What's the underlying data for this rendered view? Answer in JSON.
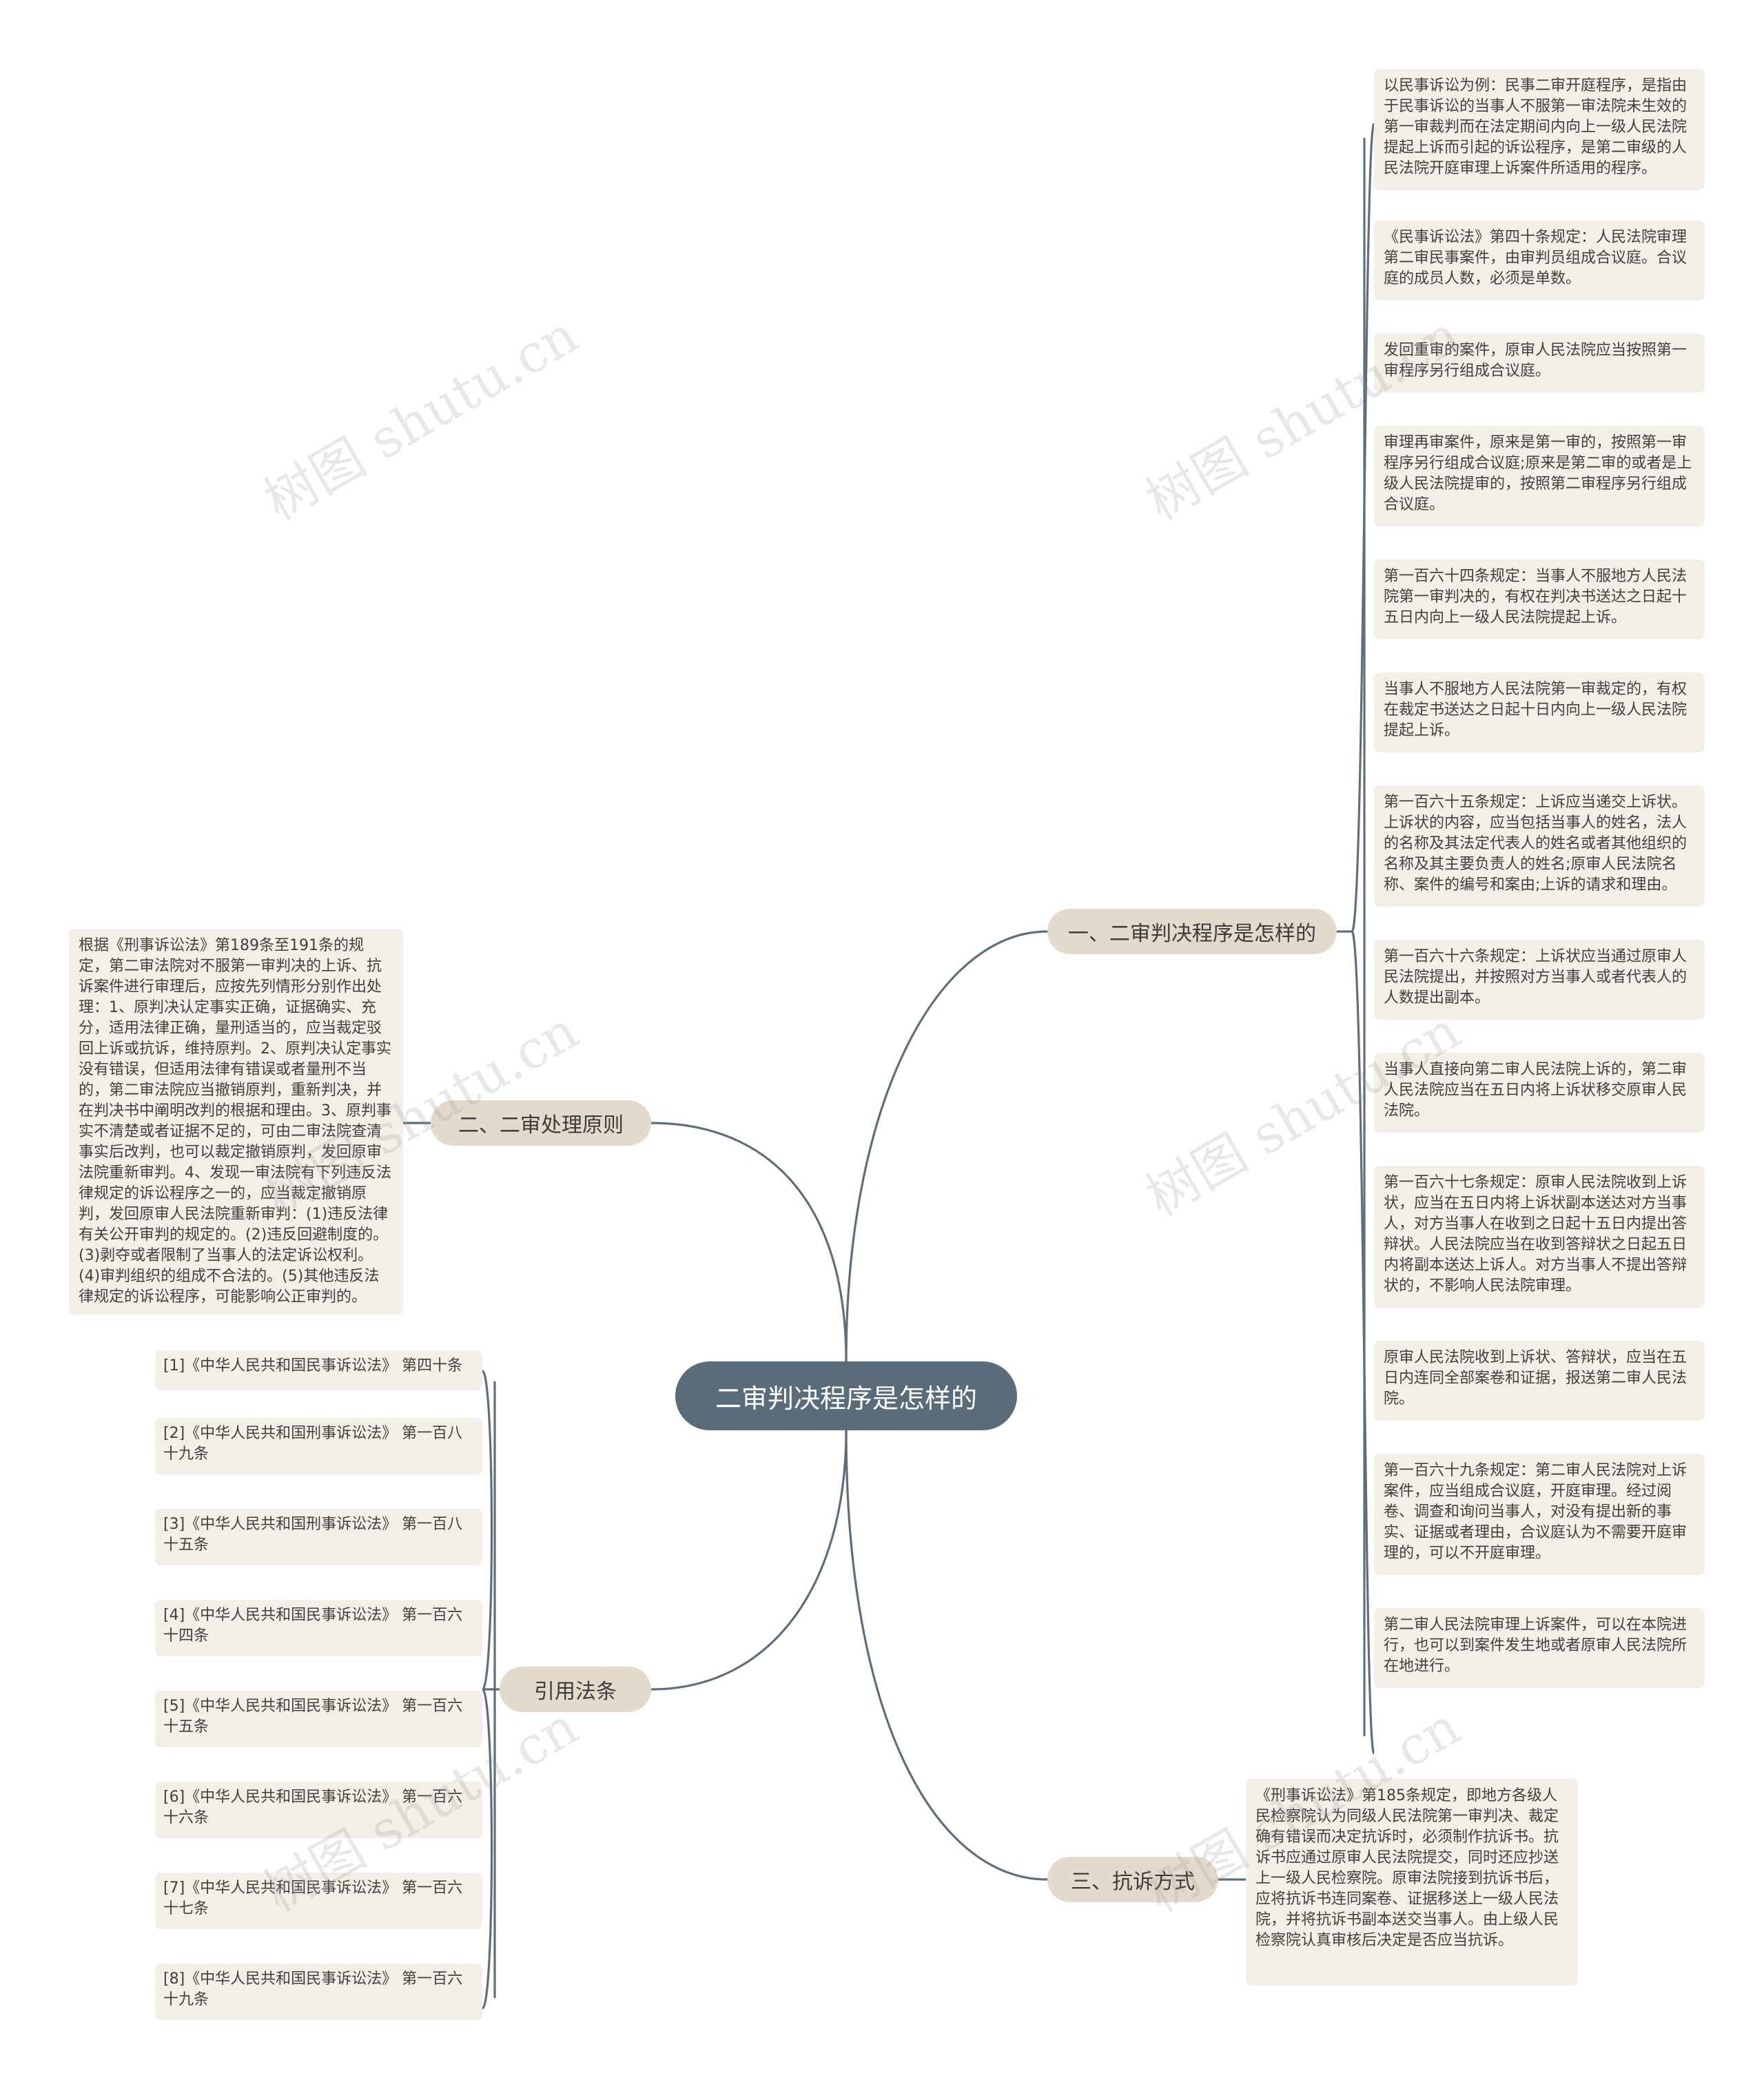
{
  "central": "二审判决程序是怎样的",
  "branches": {
    "b1": "一、二审判决程序是怎样的",
    "b2": "二、二审处理原则",
    "b3": "引用法条",
    "b4": "三、抗诉方式"
  },
  "b1_leaves": [
    "以民事诉讼为例：民事二审开庭程序，是指由于民事诉讼的当事人不服第一审法院未生效的第一审裁判而在法定期间内向上一级人民法院提起上诉而引起的诉讼程序，是第二审级的人民法院开庭审理上诉案件所适用的程序。",
    "《民事诉讼法》第四十条规定：人民法院审理第二审民事案件，由审判员组成合议庭。合议庭的成员人数，必须是单数。",
    "发回重审的案件，原审人民法院应当按照第一审程序另行组成合议庭。",
    "审理再审案件，原来是第一审的，按照第一审程序另行组成合议庭;原来是第二审的或者是上级人民法院提审的，按照第二审程序另行组成合议庭。",
    "第一百六十四条规定：当事人不服地方人民法院第一审判决的，有权在判决书送达之日起十五日内向上一级人民法院提起上诉。",
    "当事人不服地方人民法院第一审裁定的，有权在裁定书送达之日起十日内向上一级人民法院提起上诉。",
    "第一百六十五条规定：上诉应当递交上诉状。上诉状的内容，应当包括当事人的姓名，法人的名称及其法定代表人的姓名或者其他组织的名称及其主要负责人的姓名;原审人民法院名称、案件的编号和案由;上诉的请求和理由。",
    "第一百六十六条规定：上诉状应当通过原审人民法院提出，并按照对方当事人或者代表人的人数提出副本。",
    "当事人直接向第二审人民法院上诉的，第二审人民法院应当在五日内将上诉状移交原审人民法院。",
    "第一百六十七条规定：原审人民法院收到上诉状，应当在五日内将上诉状副本送达对方当事人，对方当事人在收到之日起十五日内提出答辩状。人民法院应当在收到答辩状之日起五日内将副本送达上诉人。对方当事人不提出答辩状的，不影响人民法院审理。",
    "原审人民法院收到上诉状、答辩状，应当在五日内连同全部案卷和证据，报送第二审人民法院。",
    "第一百六十九条规定：第二审人民法院对上诉案件，应当组成合议庭，开庭审理。经过阅卷、调查和询问当事人，对没有提出新的事实、证据或者理由，合议庭认为不需要开庭审理的，可以不开庭审理。",
    "第二审人民法院审理上诉案件，可以在本院进行，也可以到案件发生地或者原审人民法院所在地进行。"
  ],
  "b2_leaf": "根据《刑事诉讼法》第189条至191条的规定，第二审法院对不服第一审判决的上诉、抗诉案件进行审理后，应按先列情形分别作出处理：1、原判决认定事实正确，证据确实、充分，适用法律正确，量刑适当的，应当裁定驳回上诉或抗诉，维持原判。2、原判决认定事实没有错误，但适用法律有错误或者量刑不当的，第二审法院应当撤销原判，重新判决，并在判决书中阐明改判的根据和理由。3、原判事实不清楚或者证据不足的，可由二审法院查清事实后改判，也可以裁定撤销原判，发回原审法院重新审判。4、发现一审法院有下列违反法律规定的诉讼程序之一的，应当裁定撤销原判，发回原审人民法院重新审判：(1)违反法律有关公开审判的规定的。(2)违反回避制度的。(3)剥夺或者限制了当事人的法定诉讼权利。(4)审判组织的组成不合法的。(5)其他违反法律规定的诉讼程序，可能影响公正审判的。",
  "b3_leaves": [
    "[1]《中华人民共和国民事诉讼法》 第四十条",
    "[2]《中华人民共和国刑事诉讼法》 第一百八十九条",
    "[3]《中华人民共和国刑事诉讼法》 第一百八十五条",
    "[4]《中华人民共和国民事诉讼法》 第一百六十四条",
    "[5]《中华人民共和国民事诉讼法》 第一百六十五条",
    "[6]《中华人民共和国民事诉讼法》 第一百六十六条",
    "[7]《中华人民共和国民事诉讼法》 第一百六十七条",
    "[8]《中华人民共和国民事诉讼法》 第一百六十九条"
  ],
  "b4_leaf": "《刑事诉讼法》第185条规定，即地方各级人民检察院认为同级人民法院第一审判决、裁定确有错误而决定抗诉时，必须制作抗诉书。抗诉书应通过原审人民法院提交，同时还应抄送上一级人民检察院。原审法院接到抗诉书后，应将抗诉书连同案卷、证据移送上一级人民法院，并将抗诉书副本送交当事人。由上级人民检察院认真审核后决定是否应当抗诉。",
  "watermarks": [
    "树图 shutu.cn",
    "树图 shutu.cn",
    "树图 shutu.cn",
    "树图 shutu.cn",
    "树图 shutu.cn",
    "树图 shutu.cn"
  ],
  "colors": {
    "central": "#5a6b79",
    "branch": "#e4dacb",
    "leaf": "#f3efe7",
    "edge": "#5f6e7a"
  }
}
